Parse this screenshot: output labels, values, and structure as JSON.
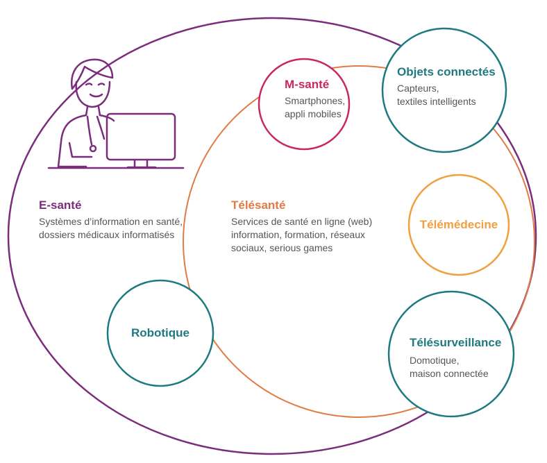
{
  "colors": {
    "purple": "#7B2D7B",
    "orange": "#E07B45",
    "pink": "#C8285E",
    "teal": "#1E7A80",
    "light_orange": "#F0A040",
    "text_gray": "#555555"
  },
  "esante": {
    "title": "E-santé",
    "lines": [
      "Systèmes d’information en santé,",
      "dossiers médicaux informatisés"
    ]
  },
  "telesante": {
    "title": "Télésanté",
    "lines": [
      "Services de santé en ligne (web)",
      "information, formation, réseaux",
      "sociaux, serious games"
    ]
  },
  "msante": {
    "title": "M-santé",
    "lines": [
      "Smartphones,",
      "appli mobiles"
    ]
  },
  "objets": {
    "title": "Objets connectés",
    "lines": [
      "Capteurs,",
      "textiles intelligents"
    ]
  },
  "telemedecine": {
    "title": "Télémédecine"
  },
  "telesurveillance": {
    "title": "Télésurveillance",
    "lines": [
      "Domotique,",
      "maison connectée"
    ]
  },
  "robotique": {
    "title": "Robotique"
  },
  "icons": {
    "person": "person-at-computer-icon"
  }
}
